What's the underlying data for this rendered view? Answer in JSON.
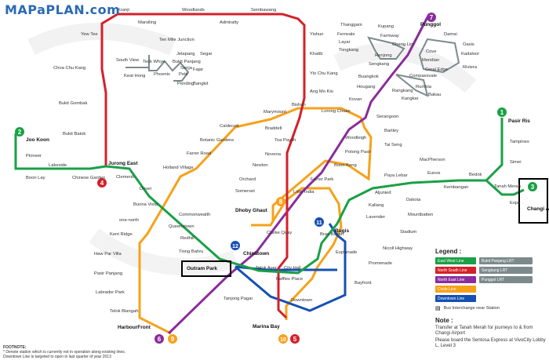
{
  "brand": "MAPaPLAN.com",
  "colors": {
    "ew": "#1aa046",
    "ns": "#d4202a",
    "ne": "#8a2c9b",
    "cc": "#f7a11b",
    "dt": "#1650b4",
    "lrt": "#7c8a8c"
  },
  "lines": [
    {
      "id": "1",
      "color": "#1aa046"
    },
    {
      "id": "2",
      "color": "#1aa046"
    },
    {
      "id": "3",
      "color": "#1aa046"
    },
    {
      "id": "4",
      "color": "#d4202a"
    },
    {
      "id": "5",
      "color": "#d4202a"
    },
    {
      "id": "6",
      "color": "#8a2c9b"
    },
    {
      "id": "7",
      "color": "#8a2c9b"
    },
    {
      "id": "8",
      "color": "#f7a11b"
    },
    {
      "id": "9",
      "color": "#f7a11b"
    },
    {
      "id": "10",
      "color": "#f7a11b"
    },
    {
      "id": "11",
      "color": "#1650b4"
    },
    {
      "id": "12",
      "color": "#1650b4"
    }
  ],
  "stations": [
    "Kranji",
    "Woodlands",
    "Sembawang",
    "Marsiling",
    "Admiralty",
    "Yishun",
    "Khatib",
    "Yio Chu Kang",
    "Ang Mo Kio",
    "Bishan",
    "Braddell",
    "Toa Payoh",
    "Novena",
    "Newton",
    "Orchard",
    "Somerset",
    "Dhoby Ghaut",
    "City Hall",
    "Raffles Place",
    "Marina Bay",
    "Yew Tee",
    "Choa Chu Kang",
    "Bukit Gombak",
    "Bukit Batok",
    "Jurong East",
    "Clementi",
    "Dover",
    "Buona Vista",
    "Commonwealth",
    "Queenstown",
    "Redhill",
    "Tiong Bahru",
    "Outram Park",
    "Tanjong Pagar",
    "Bugis",
    "Lavender",
    "Kallang",
    "Aljunied",
    "Paya Lebar",
    "Eunos",
    "Kembangan",
    "Bedok",
    "Tanah Merah",
    "Simei",
    "Tampines",
    "Pasir Ris",
    "Expo",
    "Changi Airport",
    "Joo Koon",
    "Pioneer",
    "Boon Lay",
    "Lakeside",
    "Chinese Garden",
    "HarbourFront",
    "Chinatown",
    "Clarke Quay",
    "Little India",
    "Farrer Park",
    "Boon Keng",
    "Potong Pasir",
    "Woodleigh",
    "Serangoon",
    "Kovan",
    "Hougang",
    "Buangkok",
    "Sengkang",
    "Punggol",
    "Lorong Chuan",
    "Marymount",
    "Caldecott",
    "Botanic Gardens",
    "Farrer Road",
    "Holland Village",
    "one-north",
    "Kent Ridge",
    "Haw Par Villa",
    "Pasir Panjang",
    "Labrador Park",
    "Telok Blangah",
    "Bartley",
    "Tai Seng",
    "MacPherson",
    "Dakota",
    "Mountbatten",
    "Stadium",
    "Nicoll Highway",
    "Promenade",
    "Esplanade",
    "Bras Basah",
    "Bayfront",
    "Telok Ayer",
    "Downtown",
    "Thanggam",
    "Fernvale",
    "Layar",
    "Tongkang",
    "Renjong",
    "Kupang",
    "Farmway",
    "Cheng Lim",
    "Damai",
    "Oasis",
    "Kadaloor",
    "Cove",
    "Meridian",
    "Riviera",
    "Coral Edge",
    "Compassvale",
    "Rumbia",
    "Rangkang",
    "Bakau",
    "Kangkar",
    "Ten Mile Junction",
    "Bukit Panjang",
    "Senja",
    "Jelapang",
    "Segar",
    "Fajar",
    "Petir",
    "Pending",
    "Bangkit",
    "Phoenix",
    "South View",
    "Keat Hong",
    "Teck Whye"
  ],
  "legend": {
    "title": "Legend :",
    "items": [
      {
        "label": "East West Line",
        "color": "#1aa046"
      },
      {
        "label": "North South Line",
        "color": "#d4202a"
      },
      {
        "label": "North East Line",
        "color": "#8a2c9b"
      },
      {
        "label": "Circle Line",
        "color": "#f7a11b"
      },
      {
        "label": "Downtown Line",
        "color": "#1650b4"
      }
    ],
    "lrt": [
      "Bukit Panjang LRT",
      "Sengkang LRT",
      "Punggol LRT"
    ],
    "bus": "Bus Interchange near Station"
  },
  "note": {
    "title": "Note :",
    "transfer": "Transfer at  Tanah Merah for journeys to & from  Changi Airport",
    "sentosa": "Please board the Sentosa Express at VivoCity Lobby L, Level 3"
  },
  "footnote": {
    "title": "FOOTNOTE:",
    "lines": [
      "* Denote station which is currently not in operation along existing lines.",
      "Downtown Line is targeted to open in last quarter of year 2013"
    ]
  }
}
